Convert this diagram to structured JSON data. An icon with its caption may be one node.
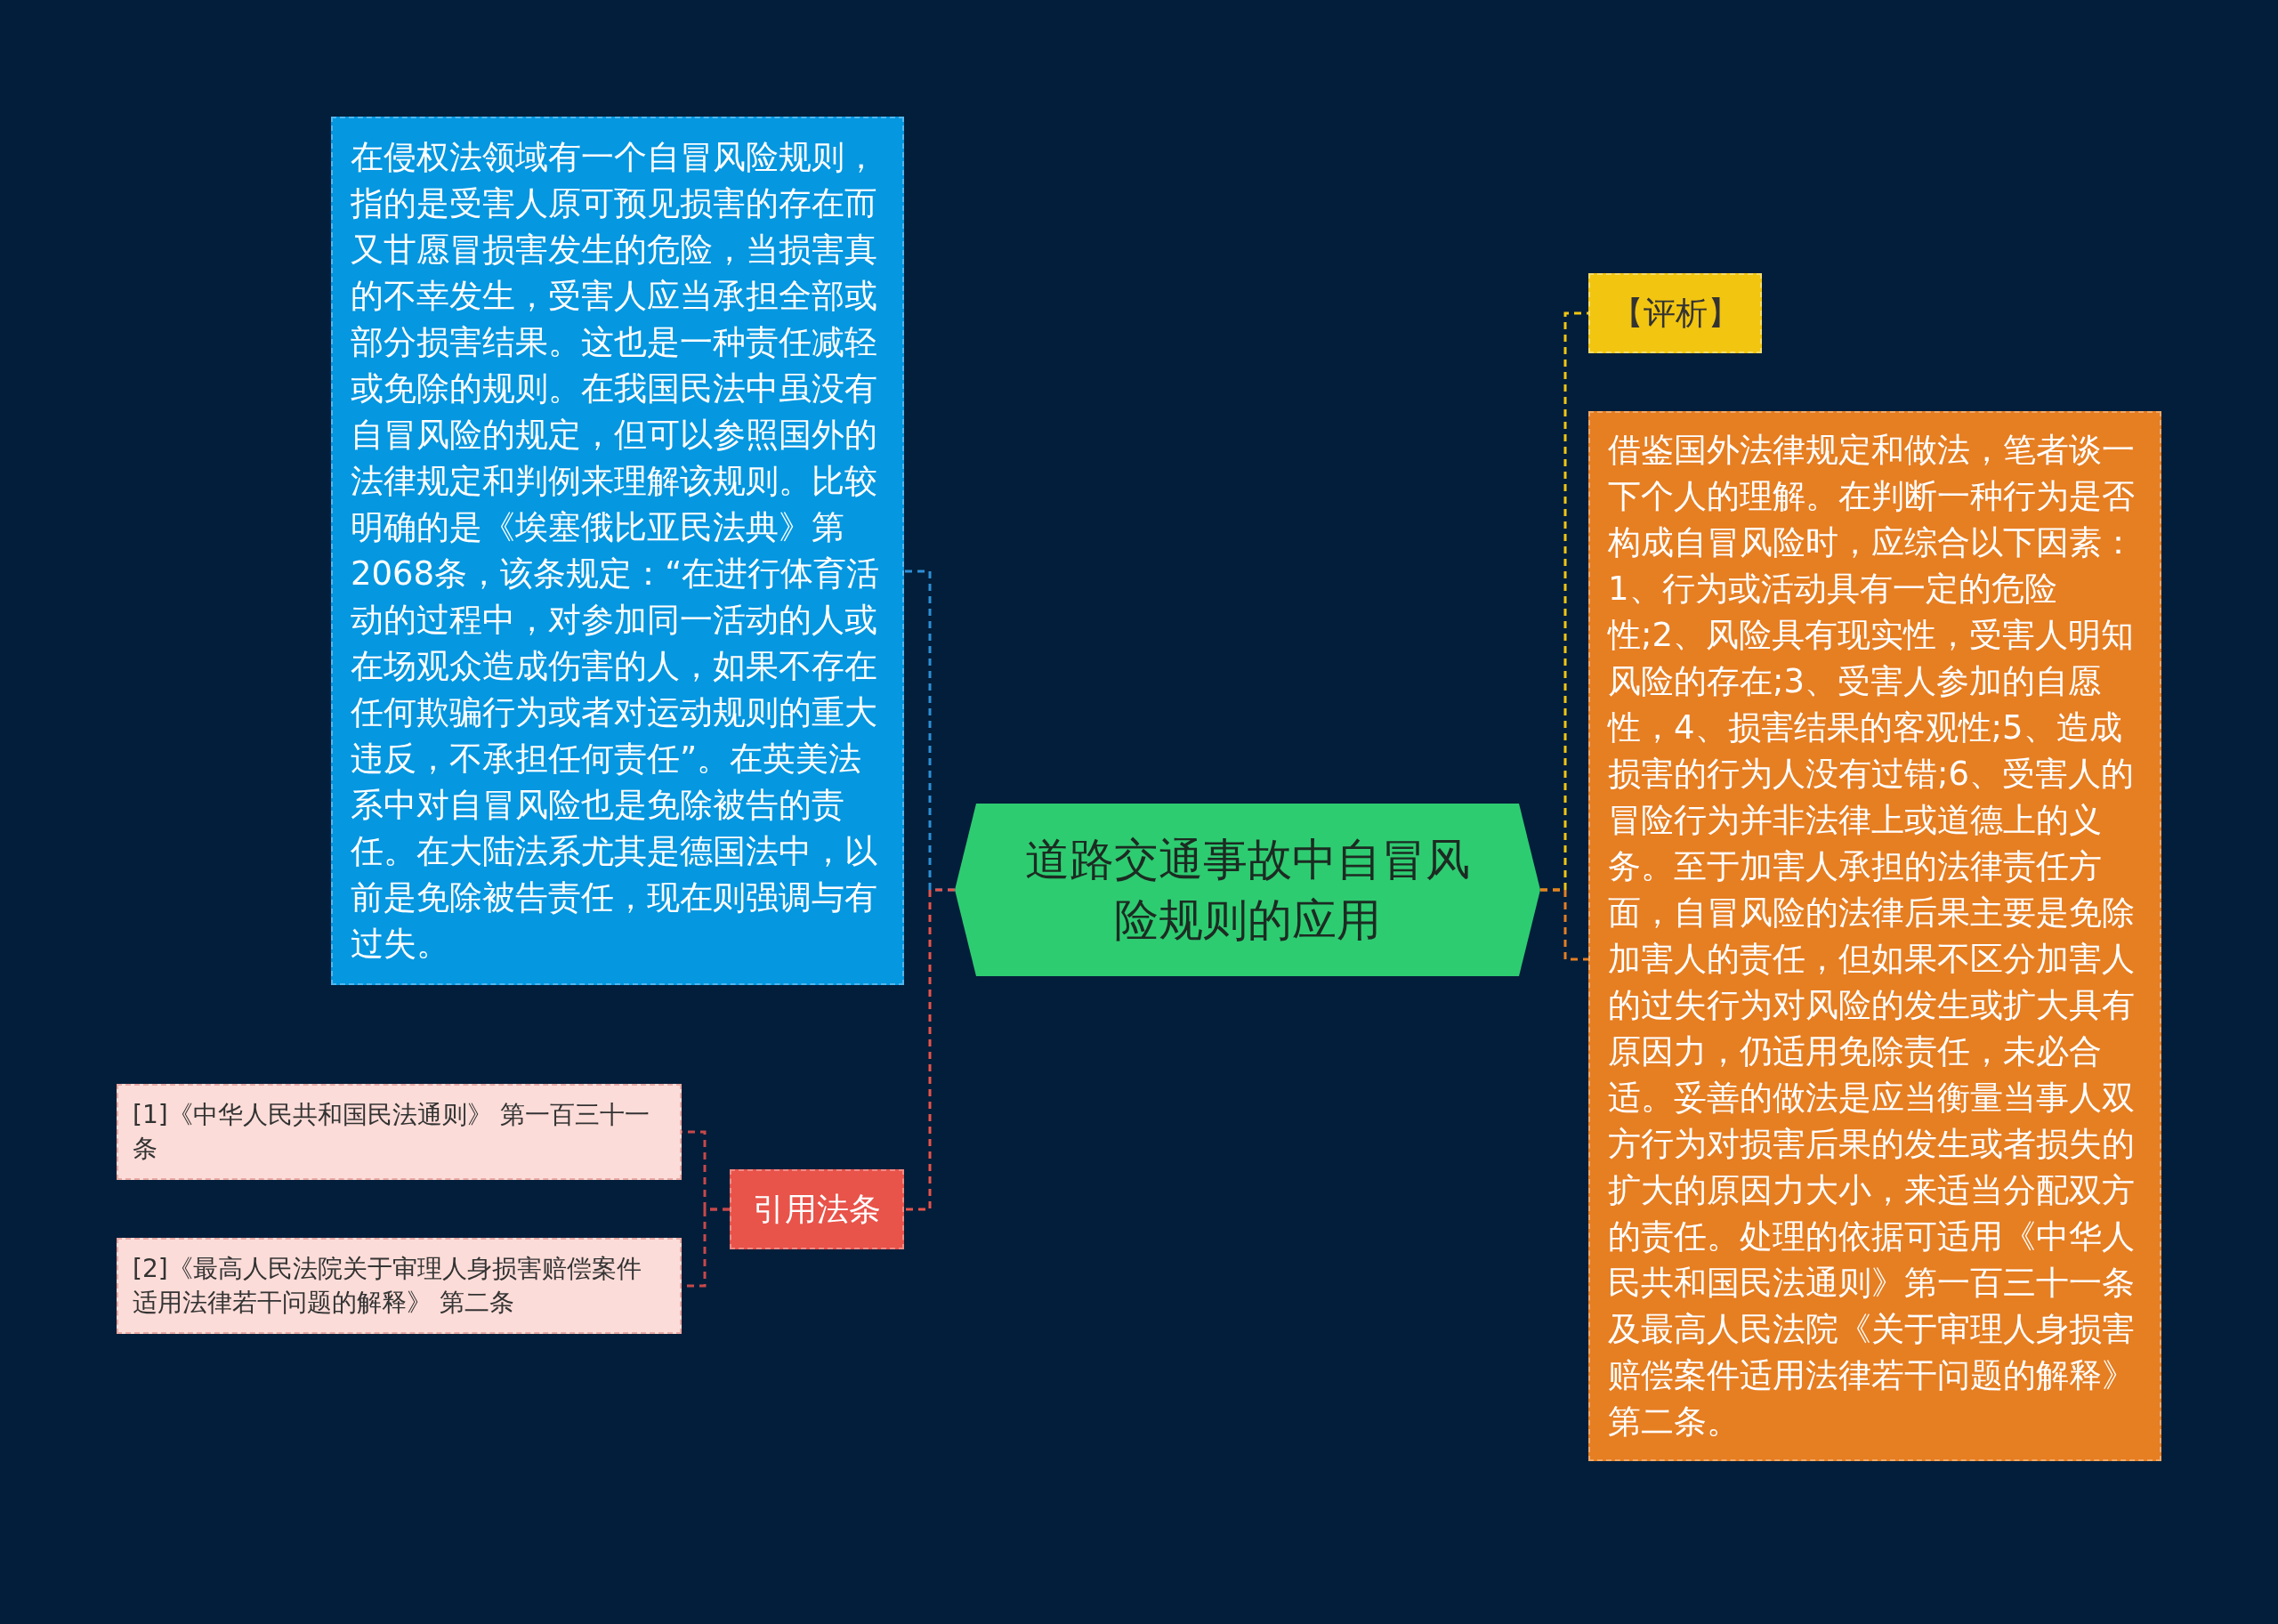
{
  "diagram": {
    "nodes": [
      {
        "text": [
          "道路交通事故中自冒风险规则的应用"
        ]
      },
      {
        "text": [
          "在侵权法领域有一个自冒风险规则，指的是受害人原可预见损害的存在而又甘愿冒损害发生的危险，当损害真的不幸发生，受害人应当承担全部或部分损害结果。这也是一种责任减轻或免除的规则。在我国民法中虽没有自冒风险的规定，但可以参照国外的法律规定和判例来理解该规则。比较明确的是《埃塞俄比亚民法典》第2068条，该条规定：“在进行体育活动的过程中，对参加同一活动的人或在场观众造成伤害的人，如果不存在任何欺骗行为或者对运动规则的重大违反，不承担任何责任”。在英美法系中对自冒风险也是免除被告的责任。在大陆法系尤其是德国法中，以前是免除被告责任，现在则强调与有过失。"
        ]
      },
      {
        "text": [
          "引用法条"
        ]
      },
      {
        "text": [
          "[1]《中华人民共和国民法通则》 第一百三十一条"
        ]
      },
      {
        "text": [
          "[2]《最高人民法院关于审理人身损害赔偿案件适用法律若干问题的解释》 第二条"
        ]
      },
      {
        "text": [
          "【评析】"
        ]
      },
      {
        "text": [
          "借鉴国外法律规定和做法，笔者谈一下个人的理解。在判断一种行为是否构成自冒风险时，应综合以下因素：1、行为或活动具有一定的危险性;2、风险具有现实性，受害人明知风险的存在;3、受害人参加的自愿性，4、损害结果的客观性;5、造成损害的行为人没有过错;6、受害人的冒险行为并非法律上或道德上的义务。至于加害人承担的法律责任方面，自冒风险的法律后果主要是免除加害人的责任，但如果不区分加害人的过失行为对风险的发生或扩大具有原因力，仍适用免除责任，未必合适。妥善的做法是应当衡量当事人双方行为对损害后果的发生或者损失的扩大的原因力大小，来适当分配双方的责任。处理的依据可适用《中华人民共和国民法通则》第一百三十一条及最高人民法院《关于审理人身损害赔偿案件适用法律若干问题的解释》第二条。"
        ]
      }
    ],
    "edges": [
      {
        "from": 0,
        "to": 1,
        "arrow": "none",
        "style": "dashed",
        "color": "#2d8fd6"
      },
      {
        "from": 0,
        "to": 2,
        "arrow": "none",
        "style": "dashed",
        "color": "#e8534a"
      },
      {
        "from": 2,
        "to": 3,
        "arrow": "none",
        "style": "dashed",
        "color": "#c9484a"
      },
      {
        "from": 2,
        "to": 4,
        "arrow": "none",
        "style": "dashed",
        "color": "#c9484a"
      },
      {
        "from": 0,
        "to": 5,
        "arrow": "none",
        "style": "dashed",
        "color": "#f2c511"
      },
      {
        "from": 0,
        "to": 6,
        "arrow": "none",
        "style": "dashed",
        "color": "#e67e22"
      }
    ]
  }
}
